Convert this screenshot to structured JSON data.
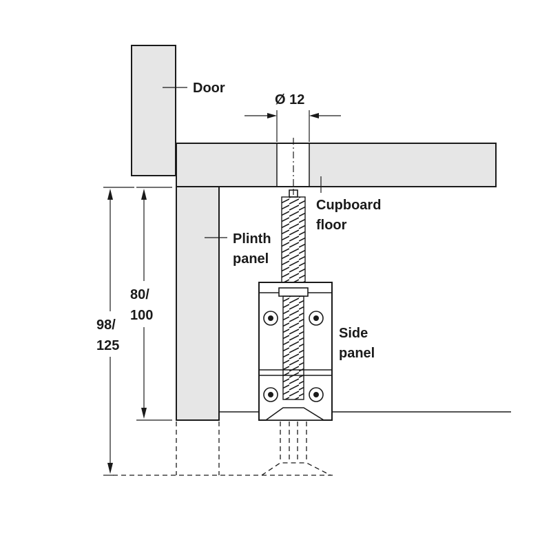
{
  "labels": {
    "door": "Door",
    "diameter": "Ø 12",
    "cupboard_floor_line1": "Cupboard",
    "cupboard_floor_line2": "floor",
    "plinth_panel_line1": "Plinth",
    "plinth_panel_line2": "panel",
    "side_panel_line1": "Side",
    "side_panel_line2": "panel",
    "dim_inner_line1": "80/",
    "dim_inner_line2": "100",
    "dim_outer_line1": "98/",
    "dim_outer_line2": "125"
  },
  "colors": {
    "panel_fill": "#e6e6e6",
    "line": "#1a1a1a",
    "background": "#ffffff"
  }
}
